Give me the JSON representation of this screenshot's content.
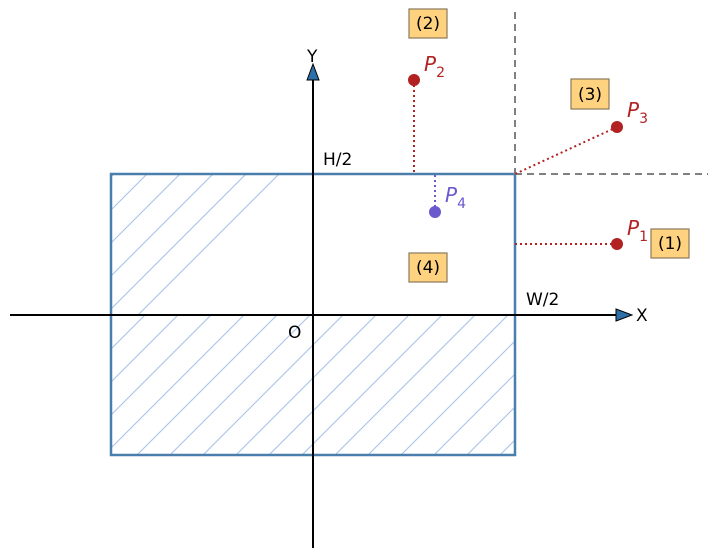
{
  "axes": {
    "x_label": "X",
    "y_label": "Y",
    "origin_label": "O"
  },
  "rect": {
    "h_label": "H/2",
    "w_label": "W/2",
    "stroke": "#4a7fad",
    "hatch": "#a9c3e8"
  },
  "points": [
    {
      "name": "P",
      "sub": "2",
      "color": "#b22222"
    },
    {
      "name": "P",
      "sub": "3",
      "color": "#b22222"
    },
    {
      "name": "P",
      "sub": "4",
      "color": "#6a5acd"
    },
    {
      "name": "P",
      "sub": "1",
      "color": "#b22222"
    }
  ],
  "regions": [
    {
      "label": "(2)"
    },
    {
      "label": "(3)"
    },
    {
      "label": "(4)"
    },
    {
      "label": "(1)"
    }
  ],
  "box_fill": "#ffd27f",
  "box_stroke": "#8a7a5a"
}
